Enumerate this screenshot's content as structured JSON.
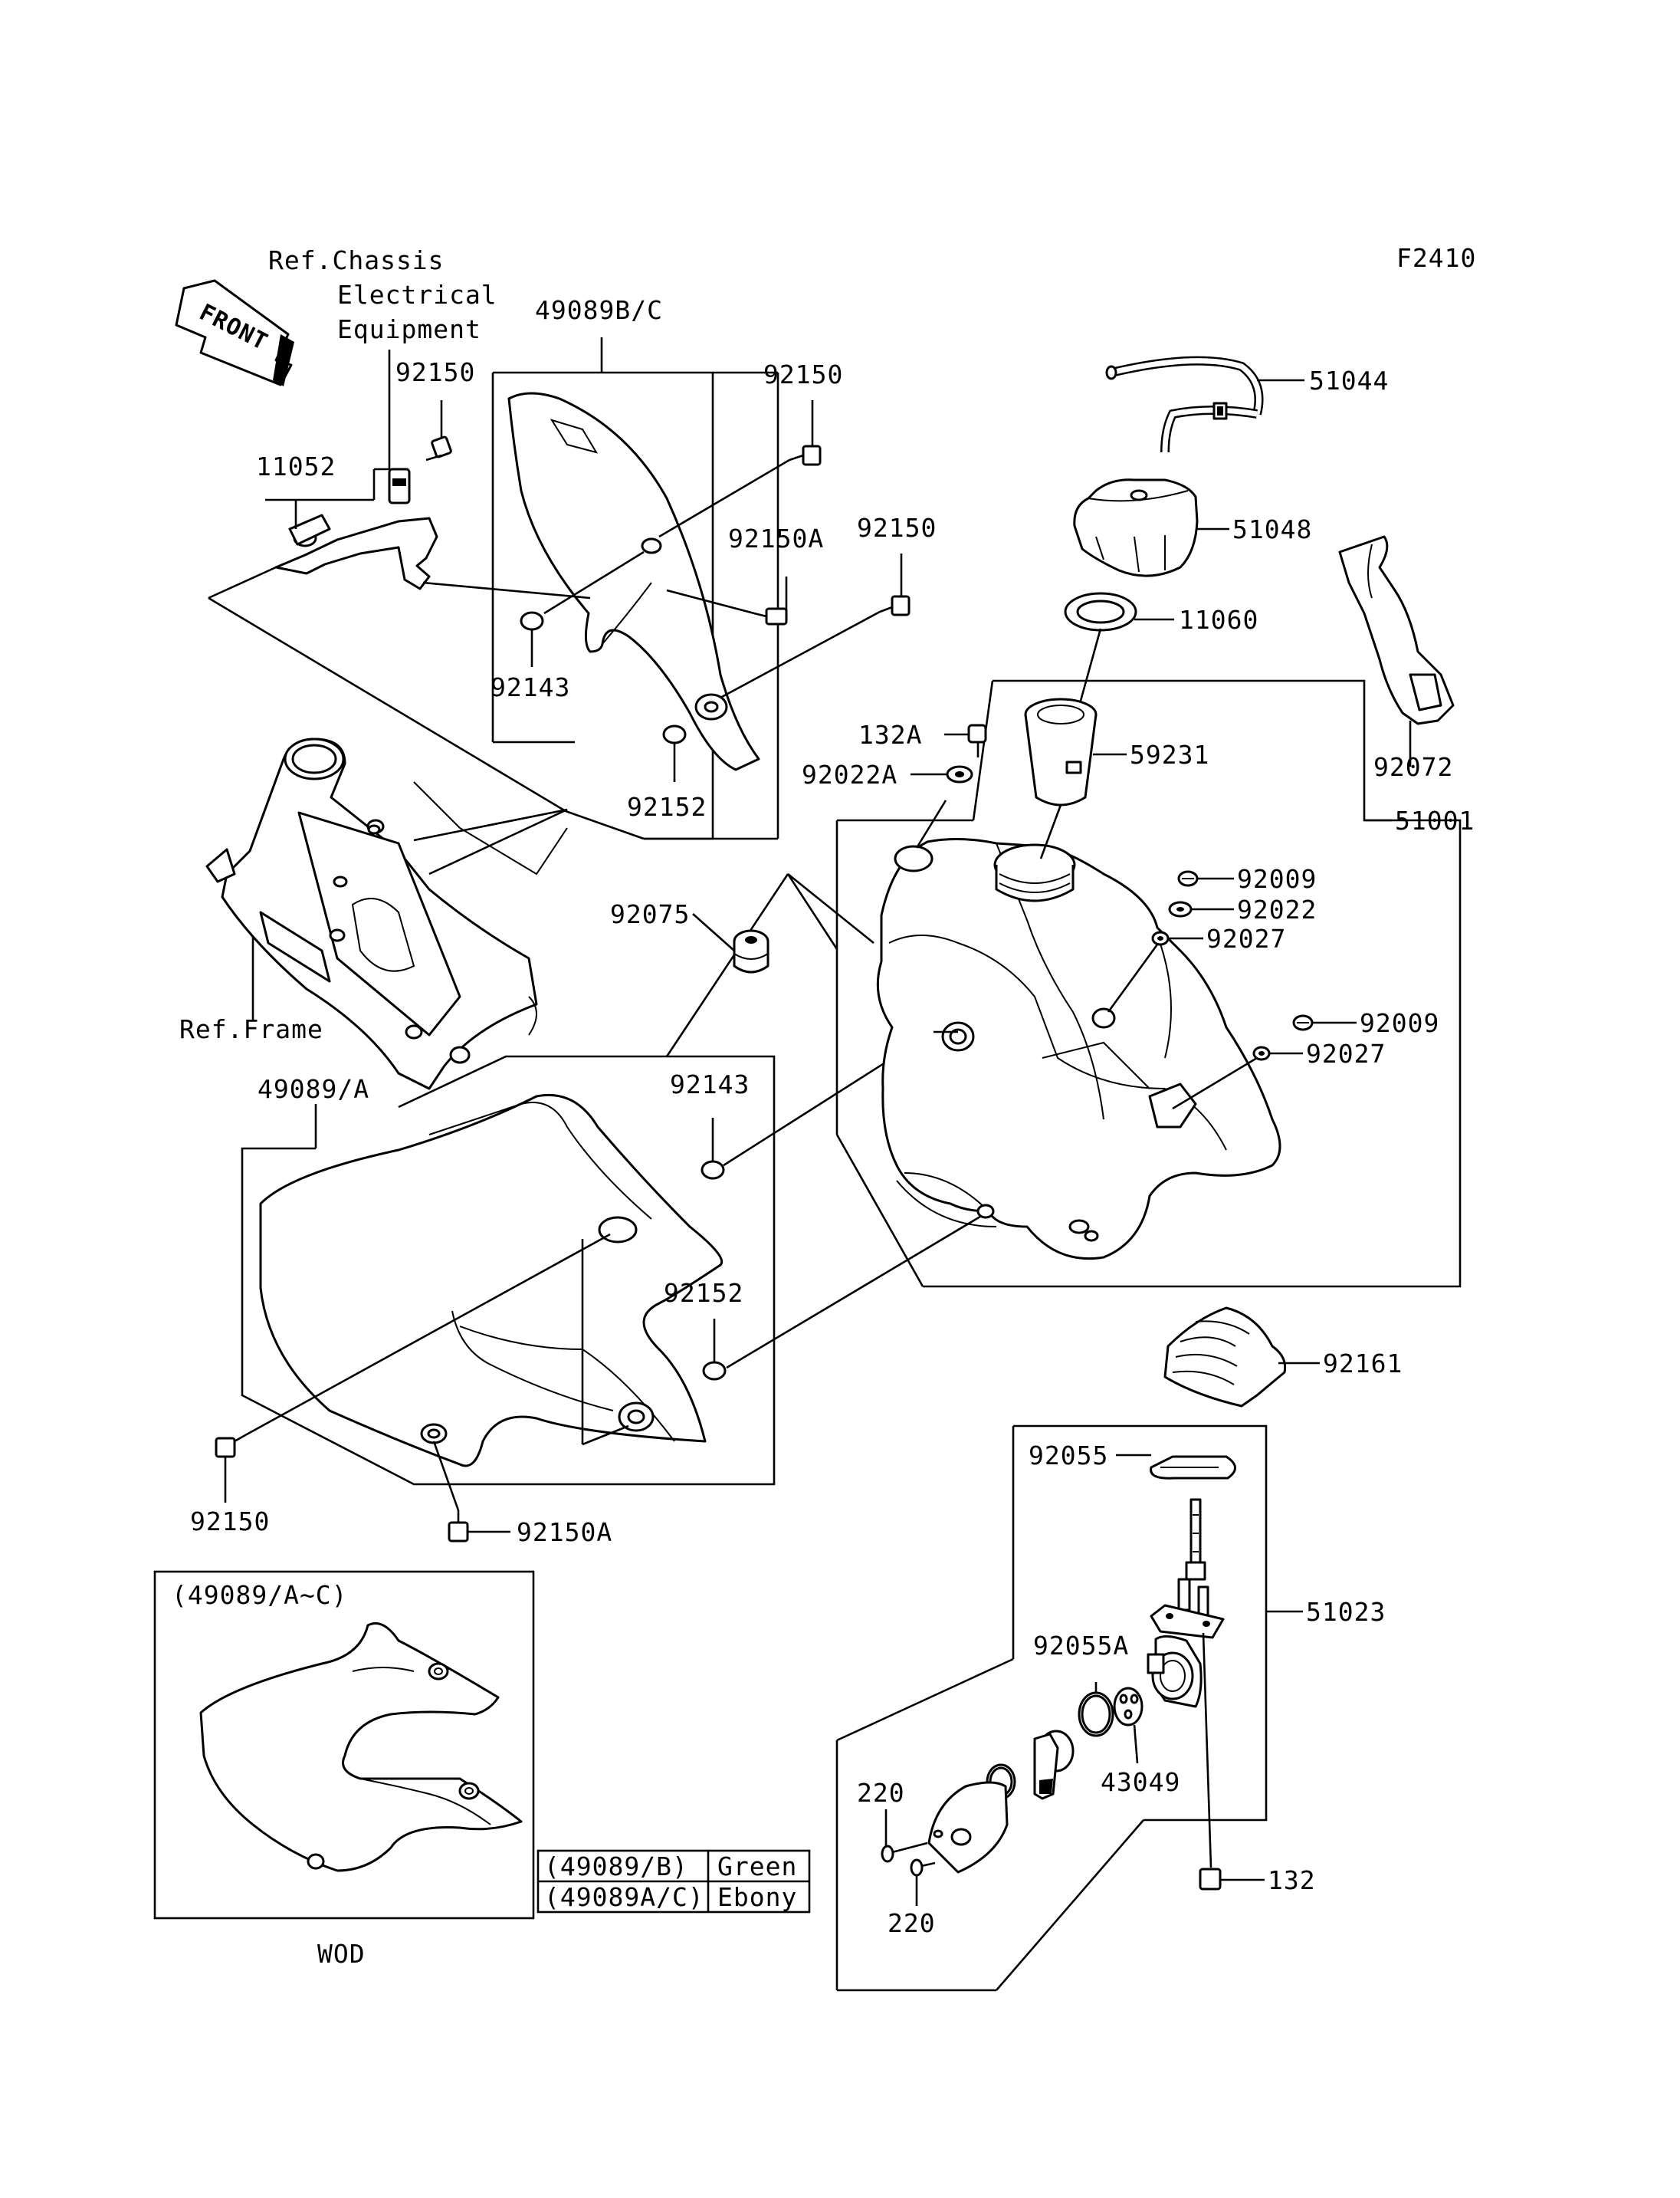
{
  "figure_code": "F2410",
  "front_label": "FRONT",
  "references": {
    "chassis_line1": "Ref.Chassis",
    "chassis_line2": "Electrical",
    "chassis_line3": "Equipment",
    "frame": "Ref.Frame"
  },
  "callouts": {
    "p49089bc": "49089B/C",
    "p92150_a": "92150",
    "p92150_b": "92150",
    "p92150_c": "92150",
    "p92150_d": "92150",
    "p11052": "11052",
    "p92150A_a": "92150A",
    "p92150A_b": "92150A",
    "p92143_a": "92143",
    "p92143_b": "92143",
    "p92152_a": "92152",
    "p92152_b": "92152",
    "p51044": "51044",
    "p51048": "51048",
    "p11060": "11060",
    "p92072": "92072",
    "p132A": "132A",
    "p92022A": "92022A",
    "p59231": "59231",
    "p51001": "51001",
    "p92075": "92075",
    "p92009_a": "92009",
    "p92009_b": "92009",
    "p92022": "92022",
    "p92027_a": "92027",
    "p92027_b": "92027",
    "p49089a": "49089/A",
    "p92161": "92161",
    "p92055": "92055",
    "p51023": "51023",
    "p92055A": "92055A",
    "p43049": "43049",
    "p220_a": "220",
    "p220_b": "220",
    "p132": "132"
  },
  "inset": {
    "title": "(49089/A~C)",
    "model": "WOD"
  },
  "color_table": {
    "rows": [
      {
        "part": "(49089/B)",
        "color": "Green"
      },
      {
        "part": "(49089A/C)",
        "color": "Ebony"
      }
    ]
  }
}
